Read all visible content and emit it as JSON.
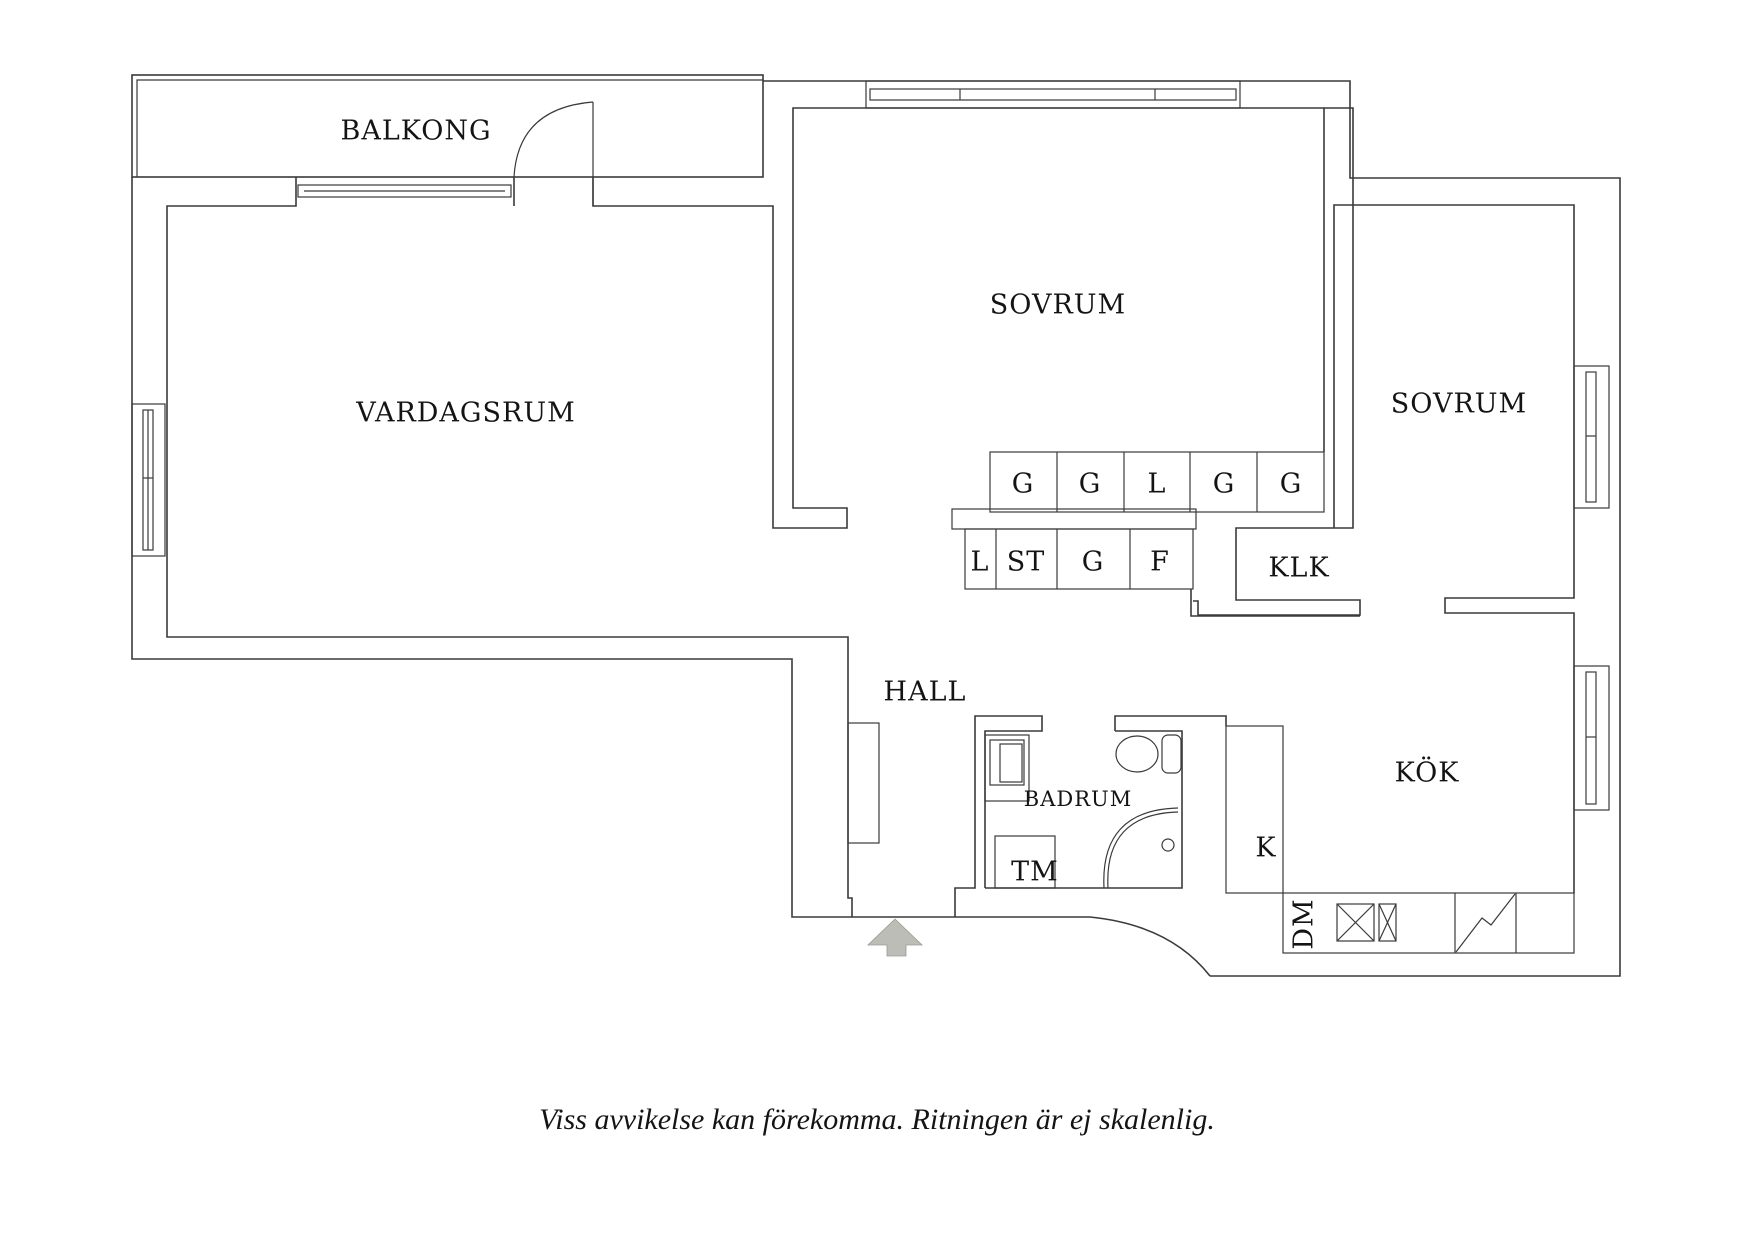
{
  "rooms": {
    "balkong": "BALKONG",
    "vardagsrum": "VARDAGSRUM",
    "sovrum_1": "SOVRUM",
    "sovrum_2": "SOVRUM",
    "hall": "HALL",
    "badrum": "BADRUM",
    "kok": "KÖK",
    "klk": "KLK"
  },
  "storage_top_row": [
    "G",
    "G",
    "L",
    "G",
    "G"
  ],
  "storage_bottom_row": [
    "L",
    "ST",
    "G",
    "F"
  ],
  "fixtures": {
    "tvattmaskin": "TM",
    "kyl": "K",
    "diskmaskin": "DM"
  },
  "entrance_arrow_color": "#bdbdb7",
  "footer_note": "Viss avvikelse kan förekomma. Ritningen är ej skalenlig."
}
